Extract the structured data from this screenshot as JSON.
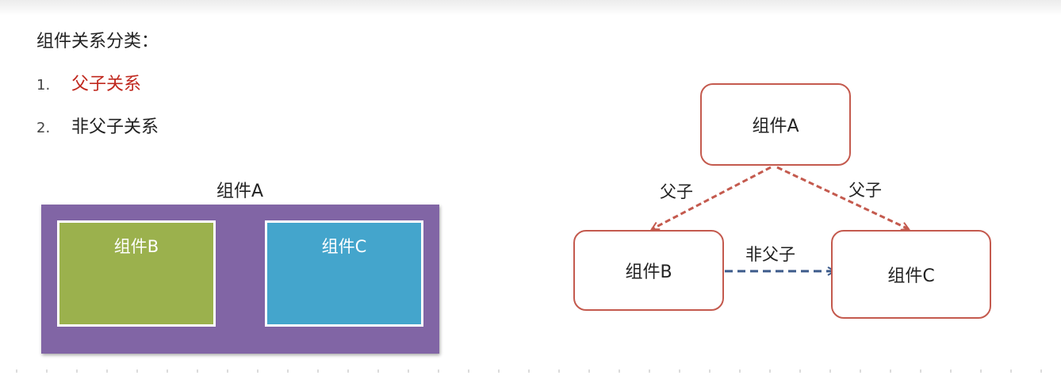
{
  "heading": "组件关系分类：",
  "list": [
    {
      "num": "1.",
      "text": "父子关系"
    },
    {
      "num": "2.",
      "text": "非父子关系"
    }
  ],
  "illustration": {
    "outer_label": "组件A",
    "box_b": "组件B",
    "box_c": "组件C"
  },
  "diagram": {
    "node_a": "组件A",
    "node_b": "组件B",
    "node_c": "组件C",
    "edge_ab": "父子",
    "edge_ac": "父子",
    "edge_bc": "非父子"
  },
  "colors": {
    "highlight_text": "#c0281e",
    "outer_box": "#8165a5",
    "box_b": "#9bb14d",
    "box_c": "#44a5cc",
    "node_border": "#c45a4e",
    "arrow_parent": "#c45a4e",
    "arrow_nonparent": "#3b5a8a"
  }
}
